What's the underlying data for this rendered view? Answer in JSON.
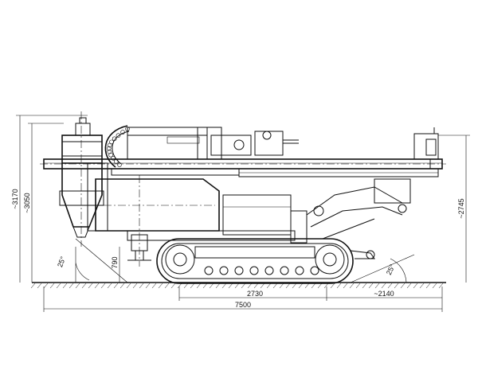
{
  "dimensions": {
    "overall_height": "~3170",
    "inner_height": "~3050",
    "right_height": "~2745",
    "stand_height": "790",
    "track_length": "2730",
    "rear_overhang": "~2140",
    "overall_length": "7500",
    "front_angle": "25°",
    "rear_angle": "25°"
  }
}
